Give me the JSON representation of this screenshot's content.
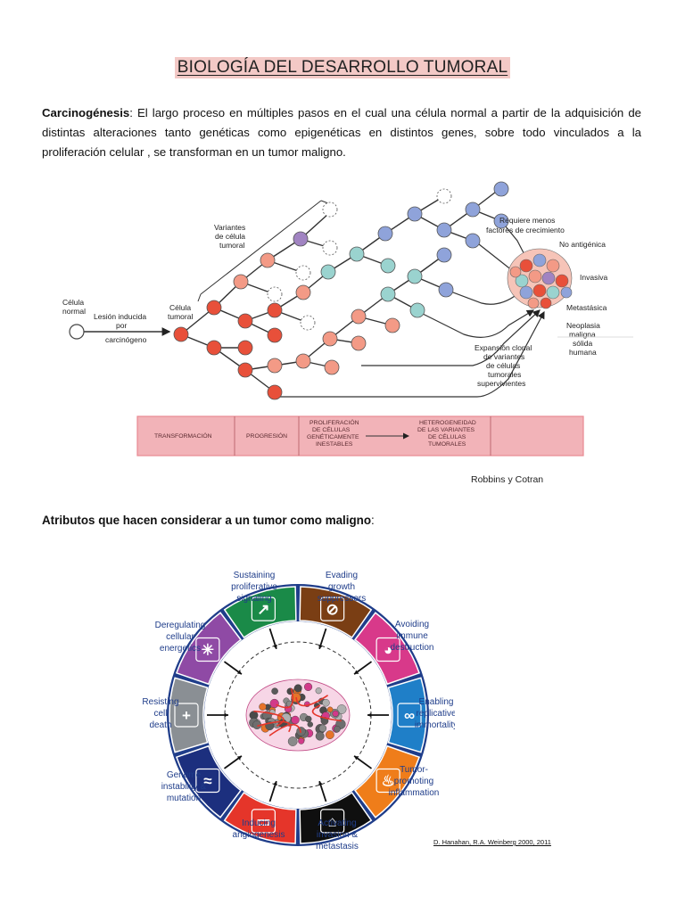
{
  "title": "BIOLOGÍA DEL DESARROLLO TUMORAL",
  "intro": {
    "term": "Carcinogénesis",
    "text": ": El largo proceso en múltiples pasos en el cual una célula normal a partir de la adquisición de distintas alteraciones tanto genéticas como epigenéticas en distintos genes, sobre todo vinculados a la proliferación celular , se transforman en un tumor maligno."
  },
  "figure1": {
    "celula_normal": [
      "Célula",
      "normal"
    ],
    "lesion": [
      "Lesión inducida",
      "por",
      "carcinógeno"
    ],
    "celula_tumoral": [
      "Célula",
      "tumoral"
    ],
    "variantes": [
      "Variantes",
      "de célula",
      "tumoral"
    ],
    "requiere": [
      "Requiere menos",
      "factores de crecimiento"
    ],
    "no_antigenica": "No antigénica",
    "invasiva": "Invasiva",
    "metastasica": "Metastásica",
    "neoplasia": [
      "Neoplasia",
      "maligna",
      "sólida",
      "humana"
    ],
    "expansion": [
      "Expansión clonal",
      "de variantes",
      "de células",
      "tumorales",
      "supervivientes"
    ],
    "bar": {
      "transformacion": "TRANSFORMACIÓN",
      "progresion": "PROGRESIÓN",
      "proliferacion": [
        "PROLIFERACIÓN",
        "DE CÉLULAS",
        "GENÉTICAMENTE",
        "INESTABLES"
      ],
      "heterogeneidad": [
        "HETEROGENEIDAD",
        "DE LAS VARIANTES",
        "DE CÉLULAS",
        "TUMORALES"
      ]
    },
    "source": "Robbins y Cotran",
    "colors": {
      "red": "#e8503a",
      "salmon": "#f39a86",
      "purple": "#a184c2",
      "blue": "#8fa3da",
      "teal": "#9ad3cf",
      "bar": "#f2b3b8"
    }
  },
  "subhead": {
    "bold": "Atributos que hacen considerar a un tumor como maligno",
    "rest": ":"
  },
  "figure2": {
    "labels": {
      "sustaining": [
        "Sustaining",
        "proliferative",
        "signaling"
      ],
      "evading": [
        "Evading",
        "growth",
        "suppressors"
      ],
      "avoiding": [
        "Avoiding",
        "immune",
        "destruction"
      ],
      "enabling": [
        "Enabling",
        "replicative",
        "immortality"
      ],
      "tumor_promoting": [
        "Tumor-",
        "promoting",
        "inflammation"
      ],
      "activating": [
        "Activating",
        "invasion &",
        "metastasis"
      ],
      "inducing": [
        "Inducing",
        "angiogenesis"
      ],
      "genome": [
        "Genome",
        "instability &",
        "mutation"
      ],
      "resisting": [
        "Resisting",
        "cell",
        "death"
      ],
      "deregulating": [
        "Deregulating",
        "cellular",
        "energetics"
      ]
    },
    "segment_colors": [
      "#1a8a48",
      "#7a3e14",
      "#d8398a",
      "#1f7fc8",
      "#ef7d1a",
      "#0f0f0f",
      "#e5352a",
      "#1c2f7e",
      "#8a8f94",
      "#8f4aa5"
    ],
    "citation": "D. Hanahan, R.A. Weinberg 2000, 2011"
  }
}
